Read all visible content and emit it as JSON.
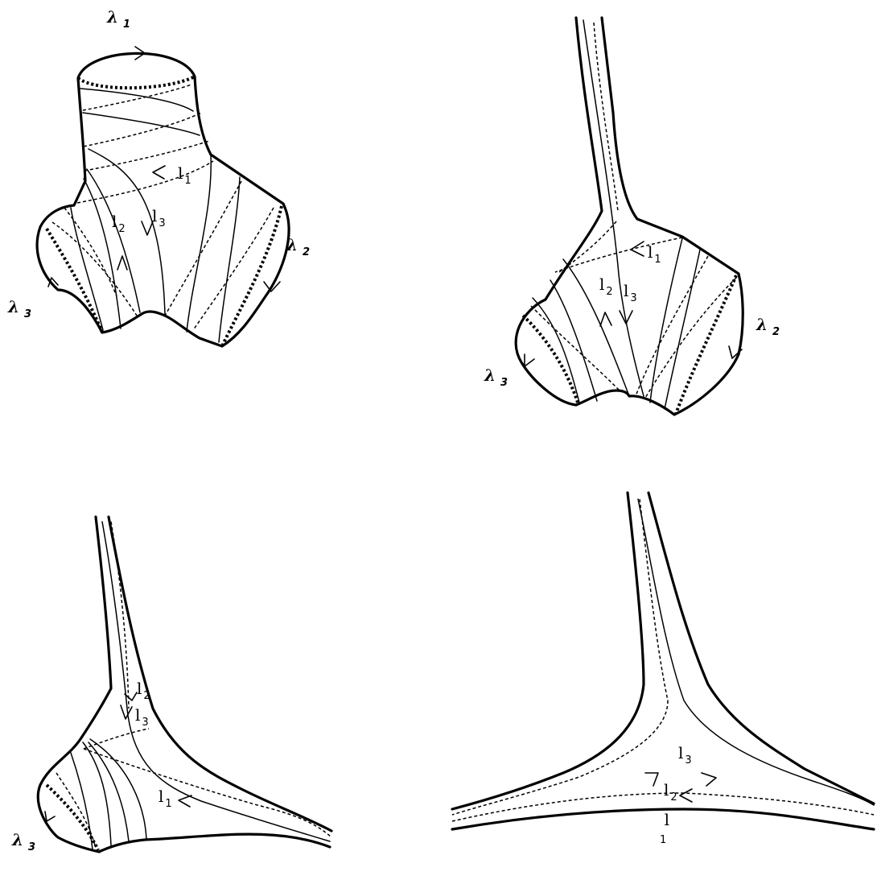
{
  "panels": [
    {
      "id": "panel-1",
      "labels": {
        "lambda1": {
          "base": "λ",
          "sub": "1"
        },
        "lambda2": {
          "base": "λ",
          "sub": "2"
        },
        "lambda3": {
          "base": "λ",
          "sub": "3"
        },
        "l1": {
          "base": "l",
          "sub": "1"
        },
        "l2": {
          "base": "l",
          "sub": "2"
        },
        "l3": {
          "base": "l",
          "sub": "3"
        }
      }
    },
    {
      "id": "panel-2",
      "labels": {
        "lambda2": {
          "base": "λ",
          "sub": "2"
        },
        "lambda3": {
          "base": "λ",
          "sub": "3"
        },
        "l1": {
          "base": "l",
          "sub": "1"
        },
        "l2": {
          "base": "l",
          "sub": "2"
        },
        "l3": {
          "base": "l",
          "sub": "3"
        }
      }
    },
    {
      "id": "panel-3",
      "labels": {
        "lambda3": {
          "base": "λ",
          "sub": "3"
        },
        "l1": {
          "base": "l",
          "sub": "1"
        },
        "l2": {
          "base": "l",
          "sub": "2"
        },
        "l3": {
          "base": "l",
          "sub": "3"
        }
      }
    },
    {
      "id": "panel-4",
      "labels": {
        "l1": {
          "base": "l",
          "sub": "1"
        },
        "l2": {
          "base": "l",
          "sub": "2"
        },
        "l3": {
          "base": "l",
          "sub": "3"
        }
      }
    }
  ]
}
